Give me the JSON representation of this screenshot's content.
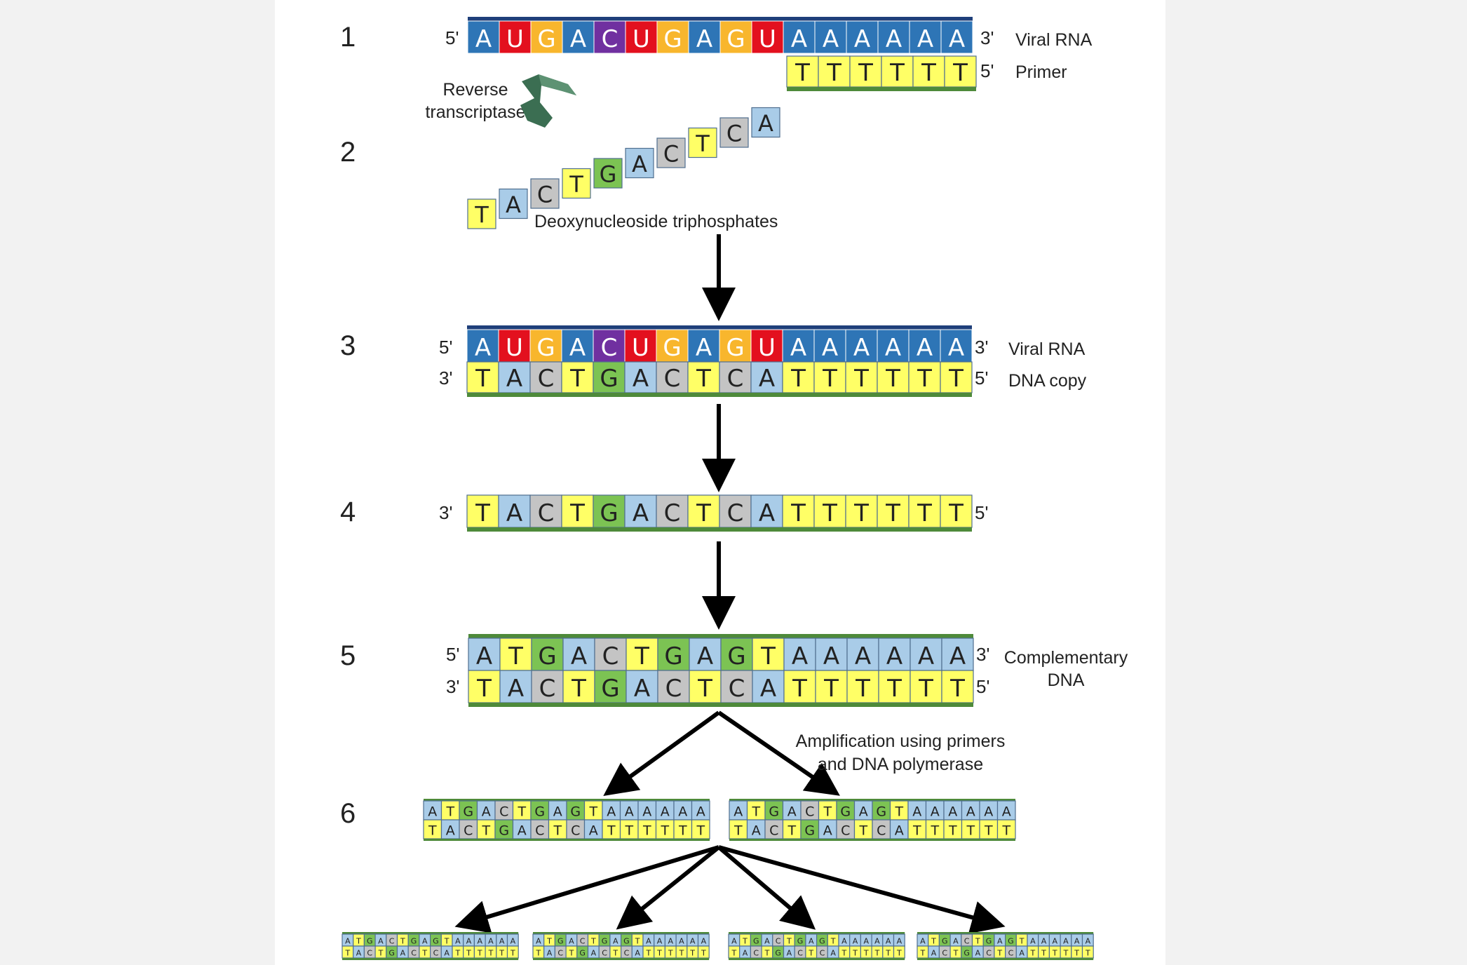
{
  "colors": {
    "A_rna": "#2e75b6",
    "U_rna": "#e3101e",
    "G_rna": "#f8b62d",
    "C_rna": "#7030a0",
    "rna_text": "#ffffff",
    "T_dna": "#ffff66",
    "A_dna": "#a9cce8",
    "C_dna": "#c4c4c4",
    "G_dna": "#7cc353",
    "dna_text": "#222222",
    "rna_backbone": "#1f3f7a",
    "dna_backbone": "#4e8a3a",
    "enzyme": "#3b6e52",
    "arrow": "#000000"
  },
  "steps": [
    "1",
    "2",
    "3",
    "4",
    "5",
    "6"
  ],
  "step1": {
    "rna_seq": "AUGACUGAGUAAAAAA",
    "primer_seq": "TTTTTT",
    "rna_left_end": "5'",
    "rna_right_end": "3'",
    "primer_right_end": "5'",
    "rna_label": "Viral RNA",
    "primer_label": "Primer",
    "enzyme_label_line1": "Reverse",
    "enzyme_label_line2": "transcriptase",
    "enzyme_icon": "enzyme-shape-icon"
  },
  "step2": {
    "free_nucleotides": "TACTGACTCA",
    "label": "Deoxynucleoside  triphosphates"
  },
  "step3": {
    "rna_seq": "AUGACUGAGUAAAAAA",
    "dna_seq": "TACTGACTCATTTTTT",
    "top_left": "5'",
    "top_right": "3'",
    "bottom_left": "3'",
    "bottom_right": "5'",
    "rna_label": "Viral RNA",
    "dna_label": "DNA copy"
  },
  "step4": {
    "dna_seq": "TACTGACTCATTTTTT",
    "left": "3'",
    "right": "5'"
  },
  "step5": {
    "top_seq": "ATGACTGAGTAAAAAA",
    "bottom_seq": "TACTGACTCATTTTTT",
    "top_left": "5'",
    "top_right": "3'",
    "bottom_left": "3'",
    "bottom_right": "5'",
    "label_line1": "Complementary",
    "label_line2": "DNA"
  },
  "amplification": {
    "label_line1": "Amplification using primers",
    "label_line2": "and DNA polymerase"
  },
  "step6": {
    "top_seq": "ATGACTGAGTAAAAAA",
    "bottom_seq": "TACTGACTCATTTTTT",
    "copies": 2
  },
  "step7": {
    "top_seq": "ATGACTGAGTAAAAAA",
    "bottom_seq": "TACTGACTCATTTTTT",
    "copies": 4
  }
}
